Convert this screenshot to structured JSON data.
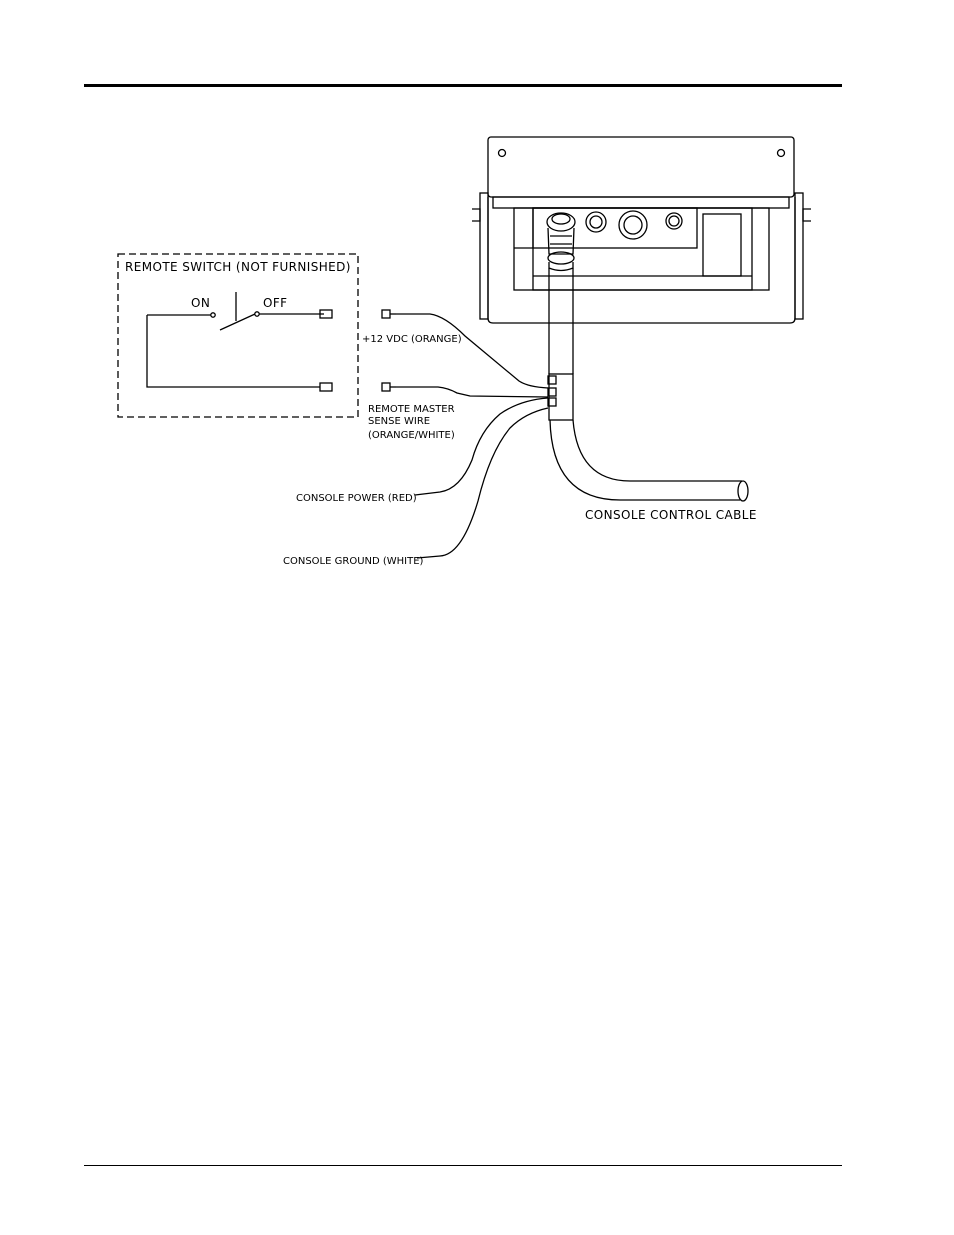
{
  "diagram": {
    "remote_switch_title": "REMOTE SWITCH (NOT FURNISHED)",
    "switch_on": "ON",
    "switch_off": "OFF",
    "wire_12vdc": "+12 VDC (ORANGE)",
    "sense_line1": "REMOTE MASTER",
    "sense_line2": "SENSE WIRE",
    "sense_line3": "(ORANGE/WHITE)",
    "console_power": "CONSOLE POWER (RED)",
    "console_ground": "CONSOLE GROUND (WHITE)",
    "console_cable": "CONSOLE CONTROL CABLE"
  }
}
